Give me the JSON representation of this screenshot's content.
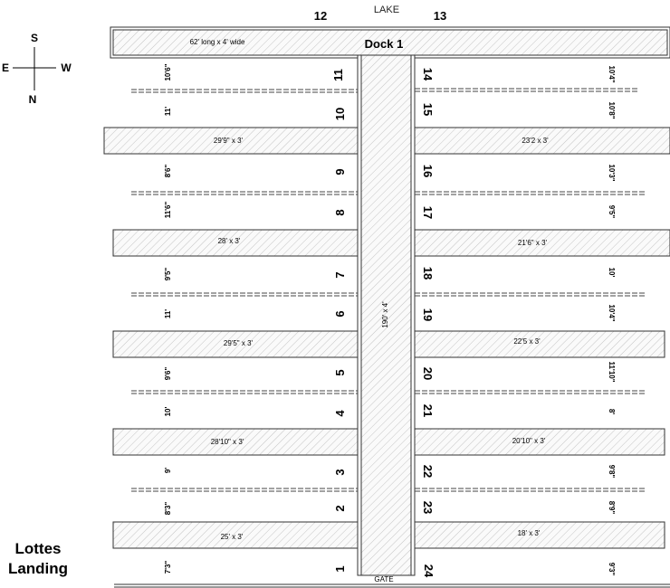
{
  "top": {
    "lake_label": "LAKE",
    "slip_12": "12",
    "slip_13": "13"
  },
  "main_dock": {
    "label": "Dock 1",
    "size": "62' long x 4' wide"
  },
  "walkway": {
    "size": "190' x 4'",
    "gate": "GATE"
  },
  "compass": {
    "s": "S",
    "e": "E",
    "w": "W",
    "n": "N"
  },
  "brand": {
    "line1": "Lottes",
    "line2": "Landing"
  },
  "fingers": [
    {
      "left": "29'9\" x 3'",
      "right": "23'2 x 3'"
    },
    {
      "left": "28' x 3'",
      "right": "21'6\" x 3'"
    },
    {
      "left": "29'5\" x 3'",
      "right": "22'5 x 3'"
    },
    {
      "left": "28'10\" x 3'",
      "right": "20'10\" x 3'"
    },
    {
      "left": "25' x 3'",
      "right": "18' x 3'"
    }
  ],
  "slips_left": [
    "11",
    "10",
    "9",
    "8",
    "7",
    "6",
    "5",
    "4",
    "3",
    "2",
    "1"
  ],
  "slips_right": [
    "14",
    "15",
    "16",
    "17",
    "18",
    "19",
    "20",
    "21",
    "22",
    "23",
    "24"
  ],
  "widths_left": [
    "10'6\"",
    "11'",
    "8'6\"",
    "11'6\"",
    "9'5\"",
    "11'",
    "9'6\"",
    "10'",
    "9'",
    "8'3\"",
    "7'3\""
  ],
  "widths_right": [
    "10'4\"",
    "10'8\"",
    "10'3\"",
    "9'5\"",
    "10'",
    "10'4\"",
    "11'10\"",
    "8'",
    "9'8\"",
    "8'9\"",
    "9'3\""
  ]
}
